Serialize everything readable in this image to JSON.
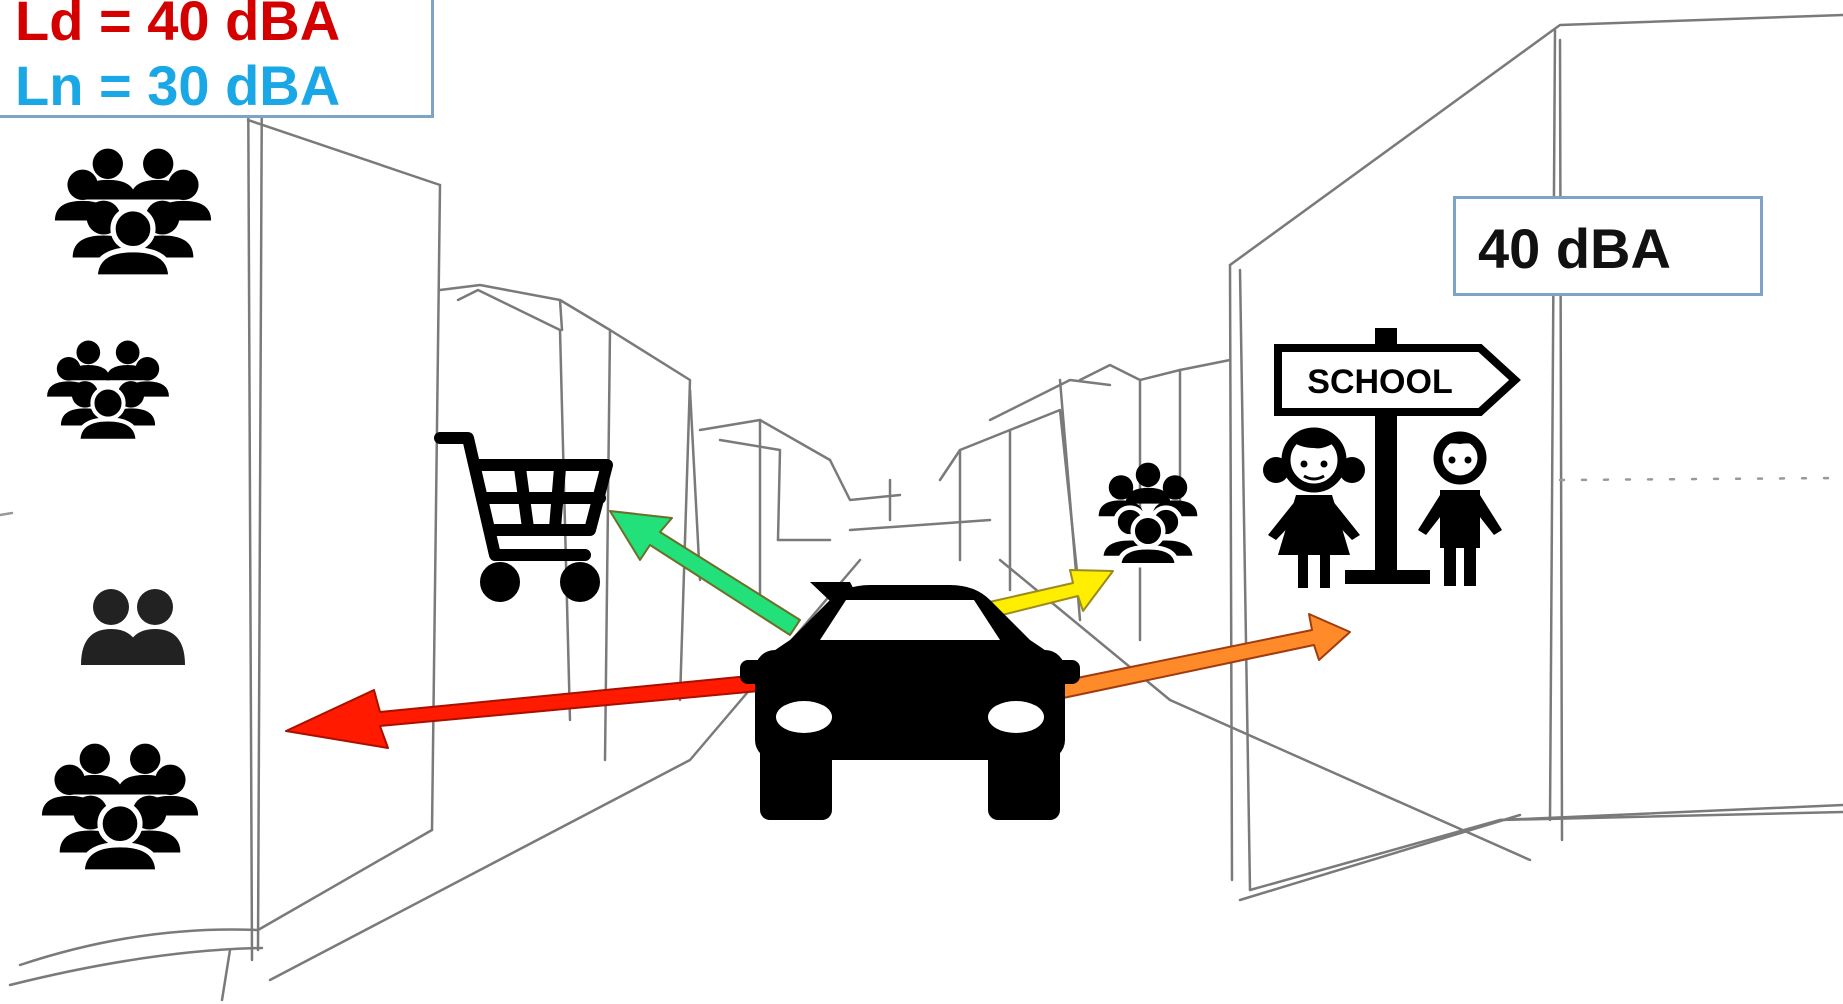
{
  "limits": {
    "ld": "Ld = 40 dBA",
    "ln": "Ln = 30 dBA",
    "ld_color": "#d40000",
    "ln_color": "#1aa7e6"
  },
  "school_level": {
    "text": "40 dBA"
  },
  "school_sign": {
    "text": "SCHOOL"
  },
  "arrows": {
    "red": "#ff1a00",
    "green": "#22e07a",
    "yellow": "#ffee00",
    "orange": "#ff8a2a"
  },
  "icons": {
    "people_groups": [
      "people-group-icon",
      "people-group-icon",
      "two-people-icon",
      "people-group-icon",
      "people-group-icon"
    ],
    "shopping_cart": "shopping-cart-icon",
    "car": "car-icon",
    "children": [
      "girl-icon",
      "boy-icon"
    ]
  }
}
